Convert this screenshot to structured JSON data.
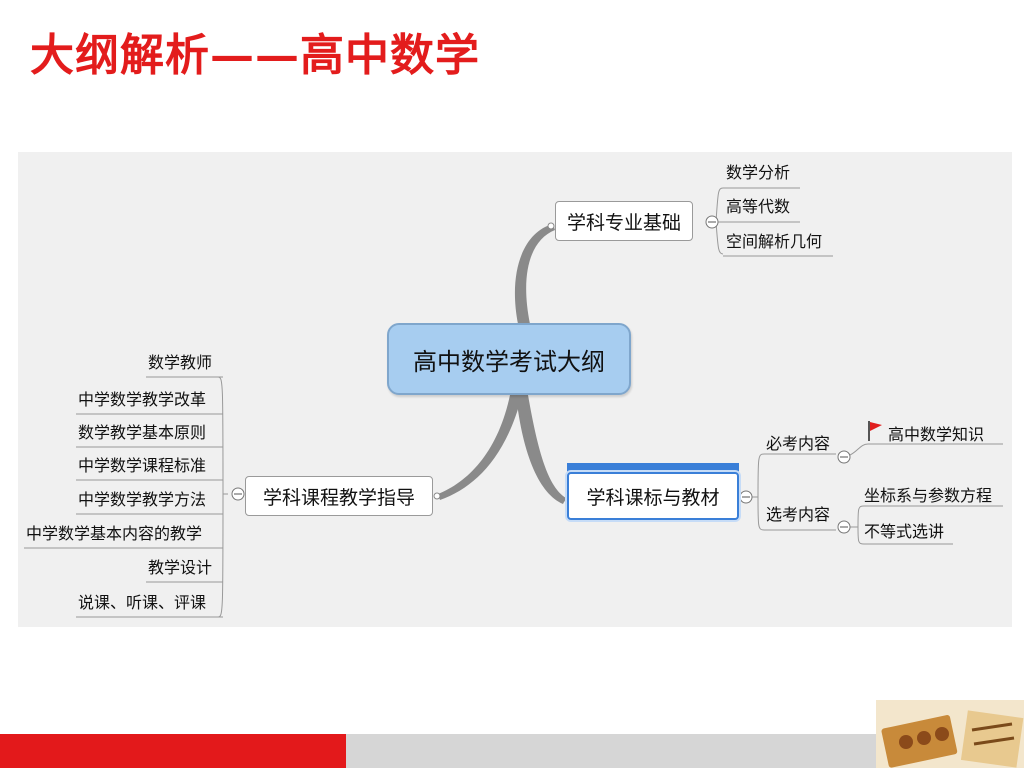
{
  "title": "大纲解析——高中数学",
  "map": {
    "central": "高中数学考试大纲",
    "branch1": {
      "label": "学科专业基础",
      "leaves": [
        "数学分析",
        "高等代数",
        "空间解析几何"
      ]
    },
    "branch2": {
      "label": "学科课程教学指导",
      "leaves": [
        "数学教师",
        "中学数学教学改革",
        "数学教学基本原则",
        "中学数学课程标准",
        "中学数学教学方法",
        "中学数学基本内容的教学",
        "教学设计",
        "说课、听课、评课"
      ]
    },
    "branch3": {
      "label": "学科课标与教材",
      "sub1": {
        "label": "必考内容",
        "leaves": [
          "高中数学知识"
        ]
      },
      "sub2": {
        "label": "选考内容",
        "leaves": [
          "坐标系与参数方程",
          "不等式选讲"
        ]
      }
    }
  },
  "colors": {
    "title": "#e31c1c",
    "central_fill": "#a7cdf0",
    "selection": "#3a7fd8",
    "bottom_red": "#e3191b",
    "bottom_gray": "#d6d6d6",
    "flag": "#e01e1e"
  }
}
